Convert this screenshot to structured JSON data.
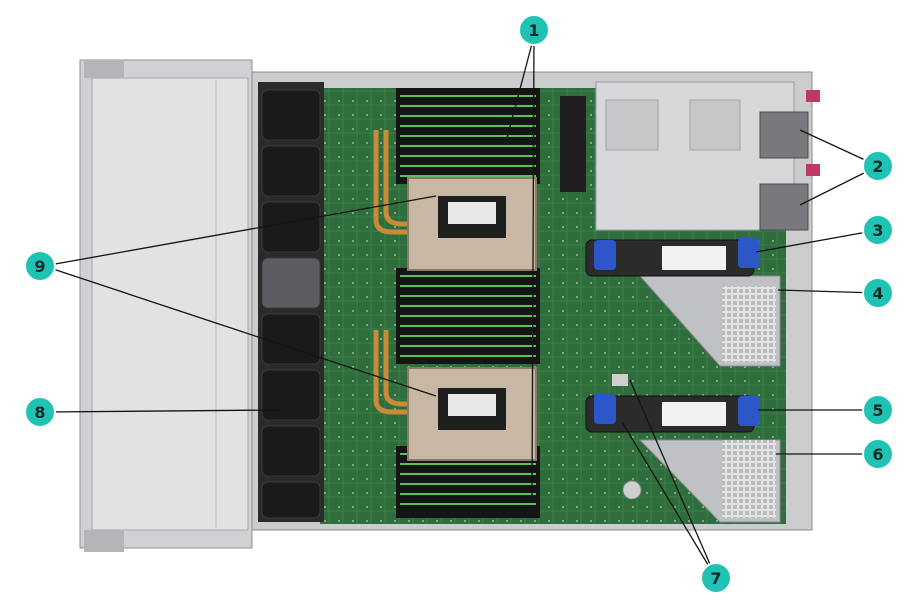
{
  "callouts": [
    "1",
    "2",
    "3",
    "4",
    "5",
    "6",
    "7",
    "8",
    "9"
  ],
  "colors": {
    "callout": "#1fc2b3",
    "chassis": "#d9dadc",
    "motherboard": "#2e6b3a",
    "heatsink": "#c9b9a5",
    "riser_latch": "#2d57c8",
    "fan": "#1c1c1c"
  }
}
